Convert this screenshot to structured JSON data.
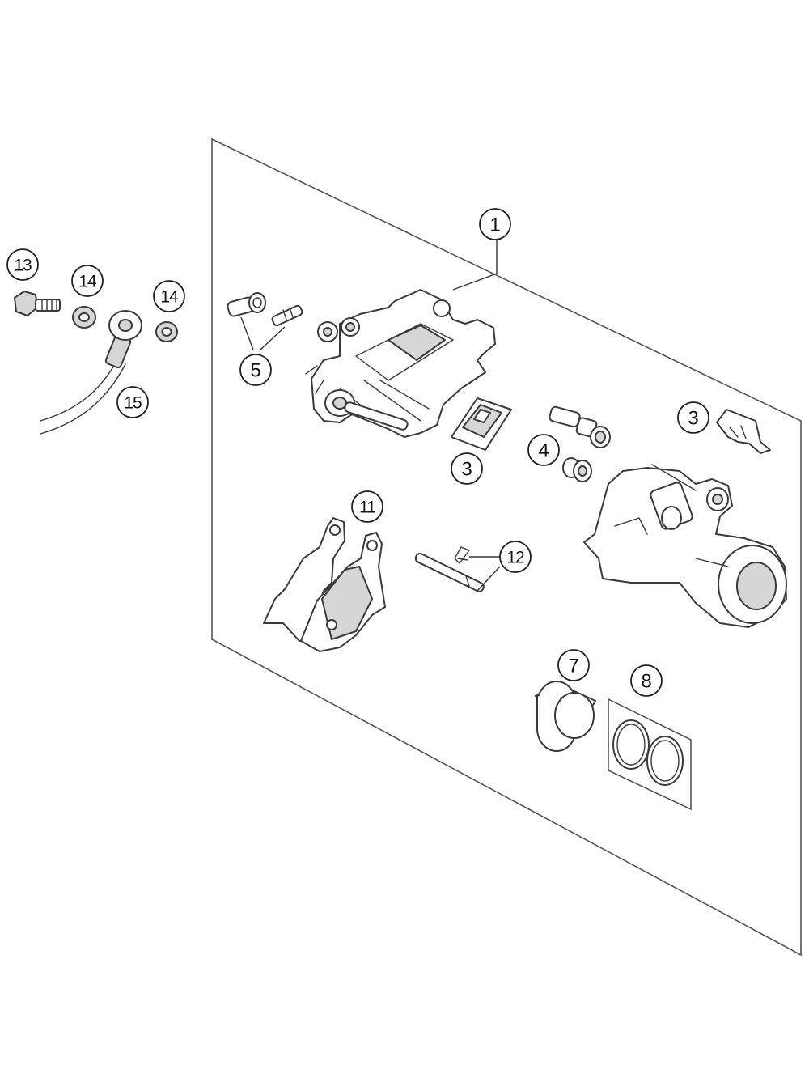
{
  "diagram": {
    "callouts": {
      "c1": "1",
      "c3a": "3",
      "c3b": "3",
      "c4": "4",
      "c5": "5",
      "c7": "7",
      "c8": "8",
      "c11": "11",
      "c12": "12",
      "c13": "13",
      "c14a": "14",
      "c14b": "14",
      "c15": "15"
    }
  }
}
